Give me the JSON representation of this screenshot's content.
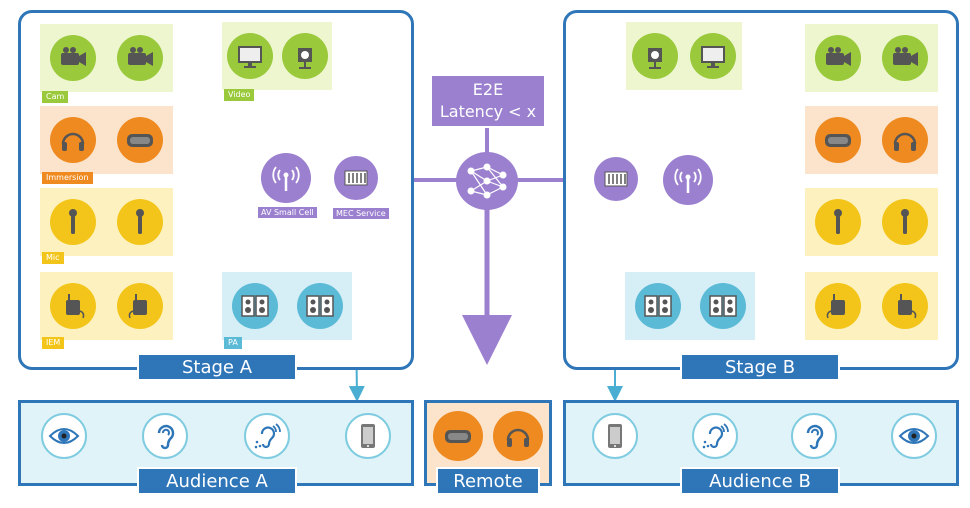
{
  "stage_a": {
    "title": "Stage A",
    "groups": {
      "cam": {
        "label": "Cam",
        "icons": [
          "video-camera-icon",
          "video-camera-icon"
        ]
      },
      "video": {
        "label": "Video",
        "icons": [
          "monitor-icon",
          "spotlight-icon"
        ]
      },
      "immersion": {
        "label": "Immersion",
        "icons": [
          "headphones-icon",
          "vr-headset-icon"
        ]
      },
      "mic": {
        "label": "Mic",
        "icons": [
          "microphone-icon",
          "microphone-icon"
        ]
      },
      "iem": {
        "label": "IEM",
        "icons": [
          "bodypack-icon",
          "bodypack-icon"
        ]
      },
      "pa": {
        "label": "PA",
        "icons": [
          "speaker-icon",
          "speaker-icon"
        ]
      }
    },
    "small_cell_label": "AV Small Cell",
    "mec_label": "MEC Service"
  },
  "stage_b": {
    "title": "Stage B"
  },
  "network": {
    "latency_line1": "E2E",
    "latency_line2": "Latency < x"
  },
  "audience_a": {
    "title": "Audience A",
    "icons": [
      "eye-icon",
      "ear-icon",
      "hearing-aid-icon",
      "phone-icon"
    ]
  },
  "audience_b": {
    "title": "Audience B",
    "icons": [
      "phone-icon",
      "hearing-aid-icon",
      "ear-icon",
      "eye-icon"
    ]
  },
  "remote": {
    "title": "Remote",
    "icons": [
      "vr-headset-icon",
      "headphones-icon"
    ]
  },
  "colors": {
    "blue": "#2f76b9",
    "purple": "#9b80cf",
    "green": "#9ac93b",
    "orange": "#ee8a1f",
    "yellow": "#f3c51a",
    "light_blue": "#5bbad6"
  }
}
